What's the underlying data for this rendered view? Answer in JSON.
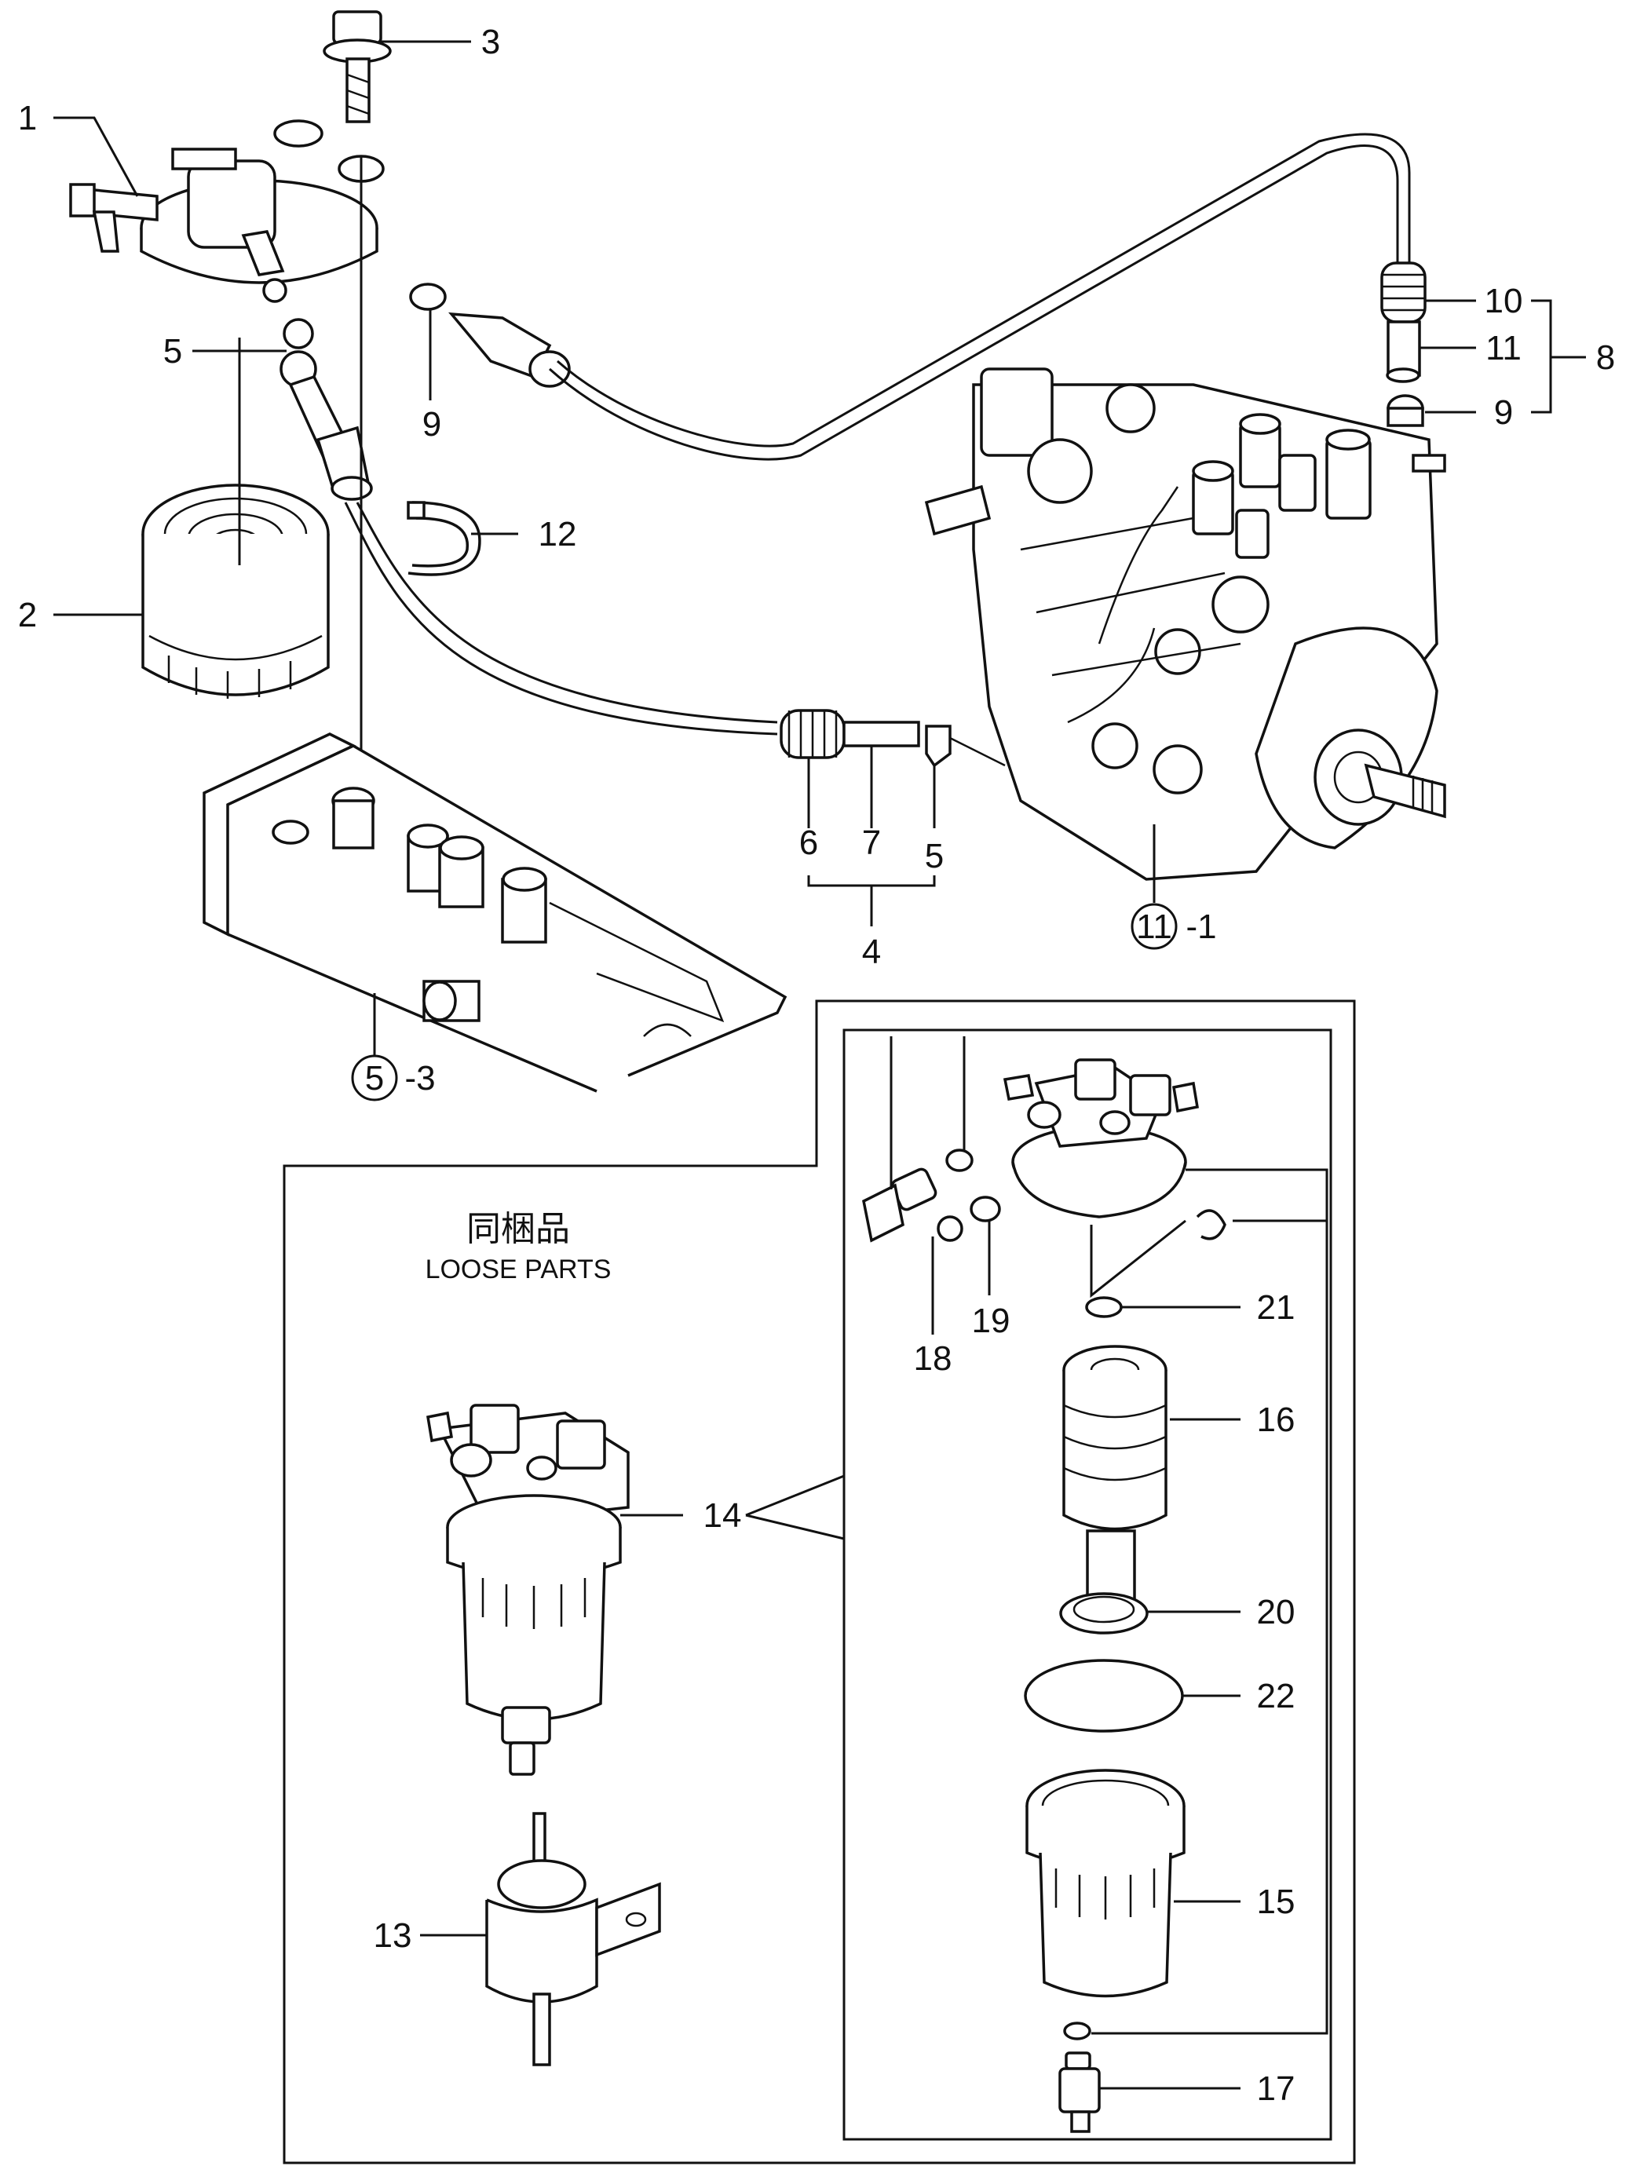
{
  "loose_parts": {
    "title_jp": "同梱品",
    "title_en": "LOOSE PARTS"
  },
  "callouts": {
    "c1": "1",
    "c2": "2",
    "c3": "3",
    "c4": "4",
    "c5a": "5",
    "c5b": "5",
    "c6": "6",
    "c7": "7",
    "c8": "8",
    "c9a": "9",
    "c9b": "9",
    "c10": "10",
    "c11": "11",
    "c12": "12",
    "c13": "13",
    "c14": "14",
    "c15": "15",
    "c16": "16",
    "c17": "17",
    "c18": "18",
    "c19": "19",
    "c20": "20",
    "c21": "21",
    "c22": "22"
  },
  "refs": {
    "pump_num": "11",
    "pump_suffix": "-1",
    "bracket_num": "5",
    "bracket_suffix": "-3"
  }
}
